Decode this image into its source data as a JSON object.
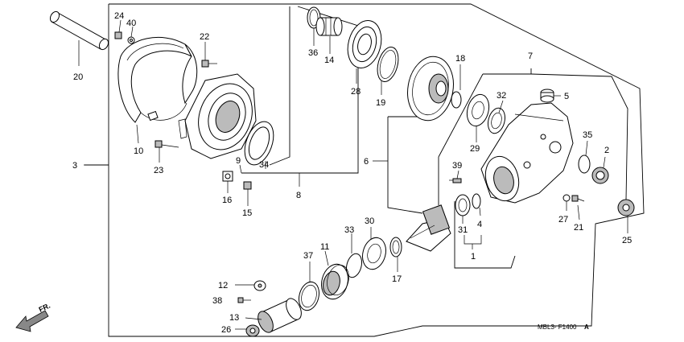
{
  "diagram": {
    "code": "MBL3- F1400",
    "code_suffix": "A",
    "direction_label": "FR.",
    "callouts": [
      "1",
      "2",
      "3",
      "4",
      "5",
      "6",
      "7",
      "8",
      "9",
      "10",
      "11",
      "12",
      "13",
      "14",
      "15",
      "16",
      "17",
      "18",
      "19",
      "20",
      "21",
      "22",
      "23",
      "24",
      "25",
      "26",
      "27",
      "28",
      "29",
      "30",
      "31",
      "32",
      "33",
      "34",
      "35",
      "36",
      "37",
      "38",
      "39",
      "40"
    ]
  }
}
